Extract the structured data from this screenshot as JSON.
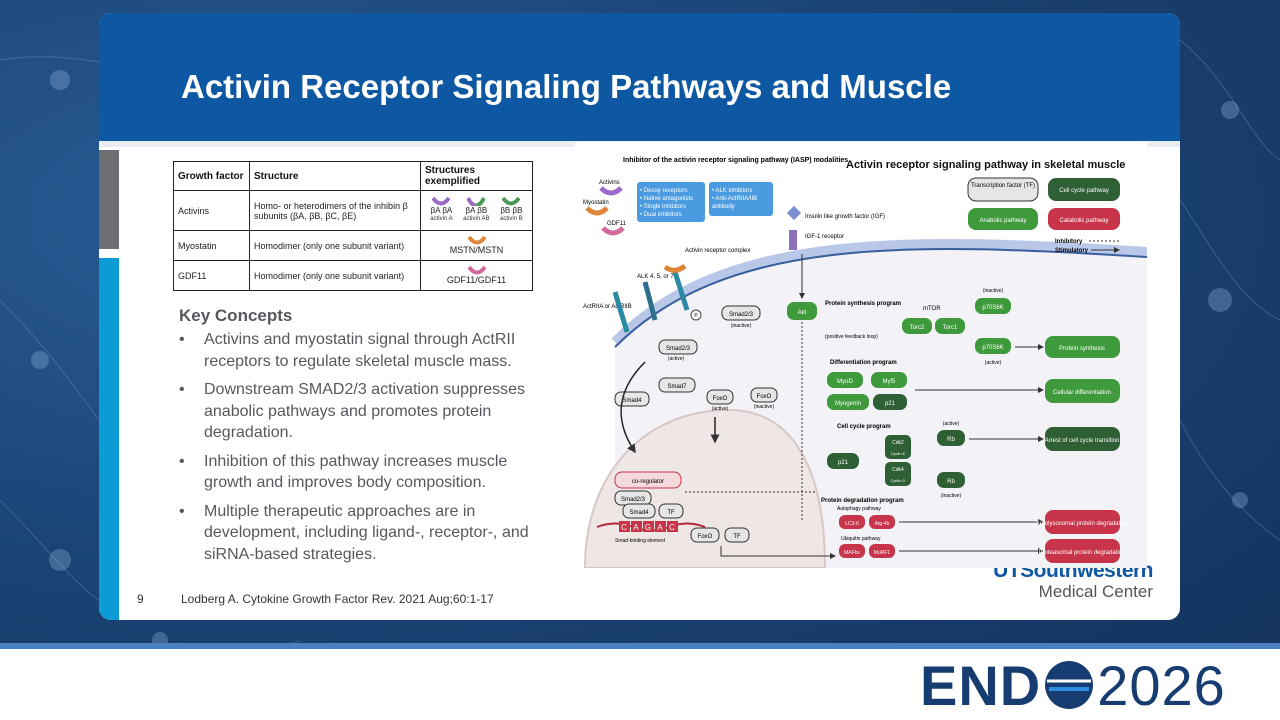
{
  "slide": {
    "title": "Activin Receptor Signaling Pathways and Muscle",
    "number": "9",
    "citation": "Lodberg A. Cytokine Growth Factor Rev. 2021 Aug;60:1-17"
  },
  "table": {
    "headers": [
      "Growth factor",
      "Structure",
      "Structures exemplified"
    ],
    "rows": [
      {
        "factor": "Activins",
        "structure": "Homo- or heterodimers of the inhibin β subunits (βA, βB, βC, βE)",
        "examples": [
          {
            "label": "βA βA",
            "sub": "activin A"
          },
          {
            "label": "βA βB",
            "sub": "activin AB"
          },
          {
            "label": "βB βB",
            "sub": "activin B"
          }
        ]
      },
      {
        "factor": "Myostatin",
        "structure": "Homodimer (only one subunit variant)",
        "example_text": "MSTN/MSTN"
      },
      {
        "factor": "GDF11",
        "structure": "Homodimer (only one subunit variant)",
        "example_text": "GDF11/GDF11"
      }
    ]
  },
  "key_concepts": {
    "title": "Key Concepts",
    "bullet": "•",
    "items": [
      "Activins and myostatin signal through ActRII receptors to regulate skeletal muscle mass.",
      "Downstream SMAD2/3 activation suppresses anabolic pathways and promotes protein degradation.",
      "Inhibition of this pathway increases muscle growth and improves body composition.",
      "Multiple therapeutic approaches are in development, including ligand-, receptor-, and siRNA-based strategies."
    ]
  },
  "logos": {
    "utsw_main": "UTSouthwestern",
    "utsw_sub": "Medical Center",
    "end_text": "END",
    "end_year": "2026"
  },
  "diagram": {
    "title": "Activin receptor signaling pathway in skeletal muscle",
    "iasp_title": "Inhibitor of the activin receptor signaling pathway (IASP) modalities",
    "ligands": [
      "Activins",
      "Myostatin",
      "GDF11"
    ],
    "iasp_box1": [
      "• Decoy receptors",
      "• Native antagonists",
      "• Single inhibitors",
      "• Dual inhibitors"
    ],
    "iasp_box2": [
      "• ALK inhibitors",
      "• Anti-ActRIIA/IIB",
      "antibody"
    ],
    "legend": {
      "tf": "Transcription factor (TF)",
      "cell_cycle": "Cell cycle pathway",
      "anabolic": "Anabolic pathway",
      "catabolic": "Catabolic pathway",
      "inhibitory": "Inhibitory",
      "stimulatory": "Stimulatory"
    },
    "igf": "Insulin like growth factor (IGF)",
    "igf_receptor": "IGF-1 receptor",
    "receptor_complex": "Activin receptor complex",
    "alk": "ALK 4, 5, or 7",
    "actrii": "ActRIIA or ActRIIB",
    "p": "P",
    "smad23": "Smad2/3",
    "inactive": "(inactive)",
    "active": "(active)",
    "smad7": "Smad7",
    "smad4": "Smad4",
    "foxo": "FoxO",
    "akt": "Akt",
    "protein_synthesis_program": "Protein synthesis program",
    "mtor": "mTOR",
    "torc2": "Torc2",
    "torc1": "Torc1",
    "p70s6k": "p70S6K",
    "feedback": "(positive feedback loop)",
    "protein_synthesis": "Protein synthesis",
    "differentiation_program": "Differentiation program",
    "myod": "MyoD",
    "myf5": "Myf5",
    "myogenin": "Myogenin",
    "p21": "p21",
    "cellular_differentiation": "Cellular differentiation",
    "cell_cycle_program": "Cell cycle program",
    "cdk2": "Cdk2",
    "cyclin_e": "Cyclin E",
    "cdk4": "Cdk4",
    "cyclin_d": "Cyclin D",
    "rb": "Rb",
    "arrest": "Arrest of cell cycle transition",
    "degradation_program": "Protein degradation program",
    "autophagy": "Autophagy pathway",
    "lc3": "LC3-II",
    "atg4b": "Atg-4b",
    "ubiquitin": "Ubiquitin pathway",
    "mafbx": "MAFbx",
    "murf1": "MuRF1",
    "autolysosomal": "Autolysosomal protein degradation",
    "proteasomal": "Proteasomal protein degradation",
    "co_regulator": "co-regulator",
    "tf": "TF",
    "sbe_letters": [
      "C",
      "A",
      "G",
      "A",
      "C"
    ],
    "sbe": "Smad-binding element"
  },
  "colors": {
    "header_blue": "#0e57a2",
    "accent_cyan": "#0d9bd6",
    "green": "#3f9a3c",
    "red": "#c8344a",
    "dark_green": "#2e5f35"
  }
}
